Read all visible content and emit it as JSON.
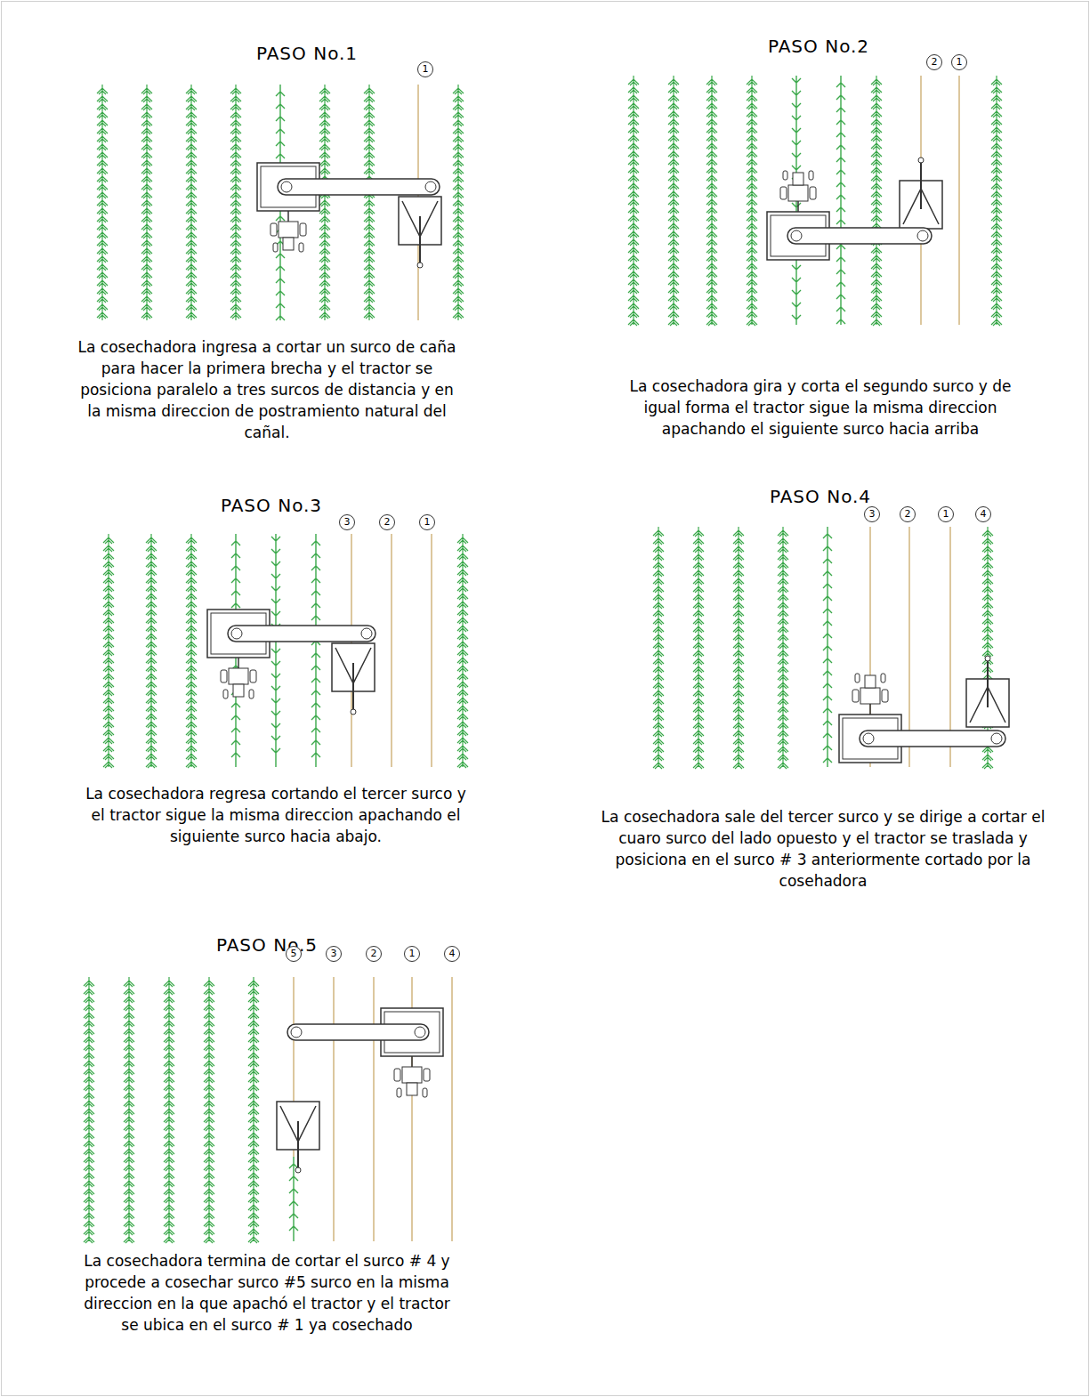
{
  "diagram": {
    "labels": [
      "PASO No.1",
      "1",
      "La cosechadora ingresa a cortar un surco de caña para hacer la primera brecha y el tractor se posiciona paralelo a tres surcos de distancia y en la misma direccion de postramiento natural del cañal.",
      "PASO No.2",
      "2",
      "1",
      "La cosechadora gira y corta el segundo surco y de igual forma el tractor sigue la misma direccion apachando el siguiente surco hacia arriba",
      "PASO No.3",
      "3",
      "2",
      "1",
      "La cosechadora regresa cortando el tercer surco y el tractor sigue la misma direccion apachando el siguiente surco hacia abajo.",
      "PASO No.4",
      "3",
      "2",
      "1",
      "4",
      "La cosechadora sale del tercer surco y se dirige a cortar el cuaro surco del lado opuesto y el tractor se traslada y posiciona en el surco # 3 anteriormente cortado por la cosehadora",
      "PASO No.5",
      "5",
      "3",
      "2",
      "1",
      "4",
      "La cosechadora termina de cortar el surco # 4 y procede a cosechar surco #5 surco en la misma direccion en la que apachó el tractor y el tractor se ubica en el surco # 1 ya cosechado"
    ]
  }
}
